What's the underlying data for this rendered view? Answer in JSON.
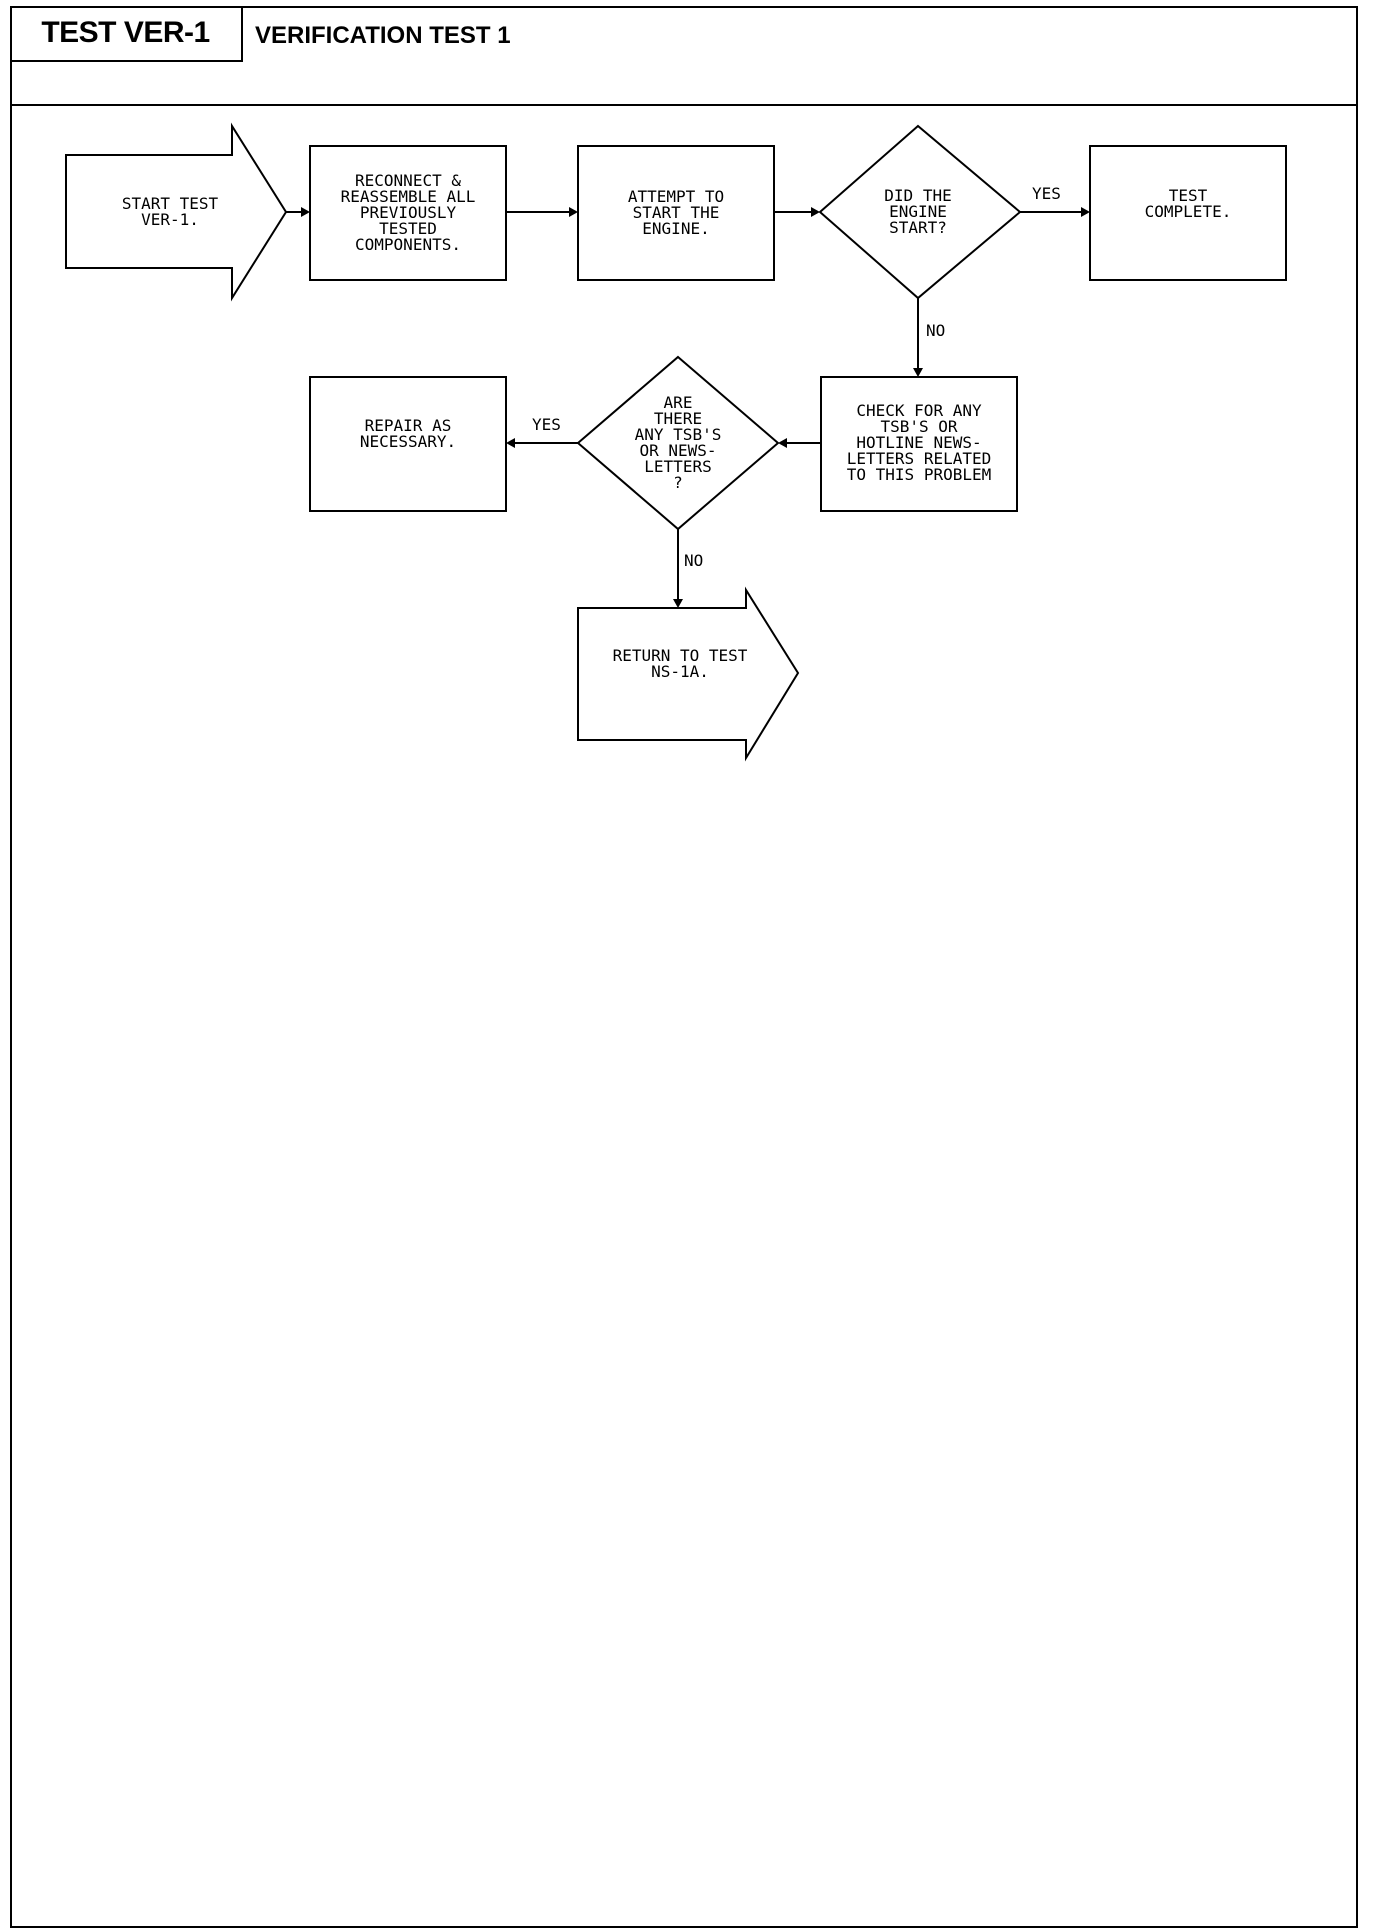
{
  "header": {
    "test_id": "TEST VER-1",
    "title": "VERIFICATION TEST 1"
  },
  "nodes": {
    "start": [
      "START TEST",
      "VER-1."
    ],
    "reconnect": [
      "RECONNECT &",
      "REASSEMBLE ALL",
      "PREVIOUSLY",
      "TESTED",
      "COMPONENTS."
    ],
    "attempt": [
      "ATTEMPT TO",
      "START THE",
      "ENGINE."
    ],
    "engine_start": [
      "DID THE",
      "ENGINE",
      "START?"
    ],
    "complete": [
      "TEST",
      "COMPLETE."
    ],
    "check_tsb": [
      "CHECK FOR ANY",
      "TSB'S OR",
      "HOTLINE NEWS-",
      "LETTERS RELATED",
      "TO THIS PROBLEM"
    ],
    "any_tsb": [
      "ARE",
      "THERE",
      "ANY TSB'S",
      "OR NEWS-",
      "LETTERS",
      "?"
    ],
    "repair": [
      "REPAIR AS",
      "NECESSARY."
    ],
    "return": [
      "RETURN TO TEST",
      "NS-1A."
    ]
  },
  "labels": {
    "yes_1": "YES",
    "no_1": "NO",
    "yes_2": "YES",
    "no_2": "NO"
  }
}
